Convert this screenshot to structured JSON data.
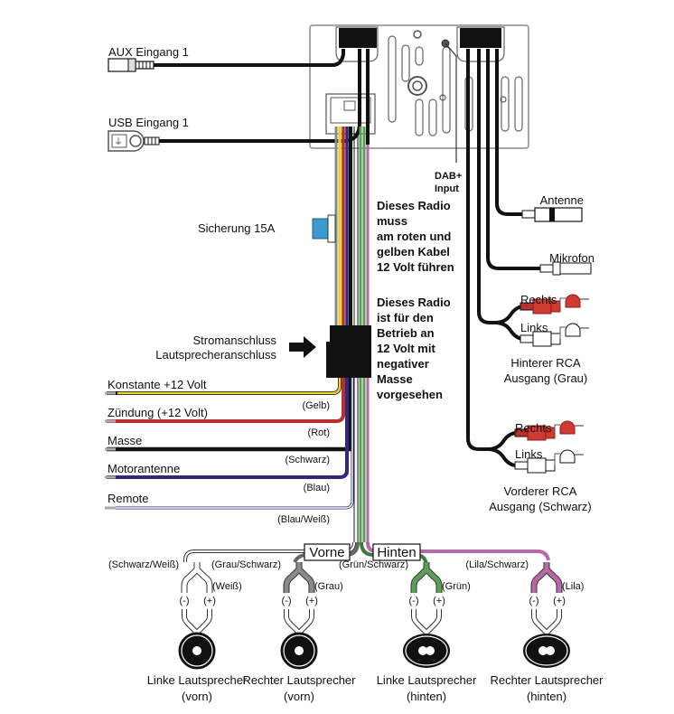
{
  "title": "Radio Anschlussplan",
  "inputs": {
    "aux": "AUX Eingang 1",
    "usb": "USB Eingang 1",
    "dab_line1": "DAB+",
    "dab_line2": "Input"
  },
  "fuse": "Sicherung 15A",
  "connector": {
    "line1": "Stromanschluss",
    "line2": "Lautsprecheranschluss"
  },
  "notes": {
    "note1": [
      "Dieses Radio",
      "muss",
      "am roten und",
      "gelben Kabel",
      "12 Volt führen"
    ],
    "note2": [
      "Dieses Radio",
      "ist für den",
      "Betrieb an",
      "12 Volt mit",
      "negativer",
      "Masse",
      "vorgesehen"
    ]
  },
  "power_wires": [
    {
      "label": "Konstante +12 Volt",
      "color_name": "(Gelb)",
      "color": "#e8d233"
    },
    {
      "label": "Zündung (+12 Volt)",
      "color_name": "(Rot)",
      "color": "#b8312f"
    },
    {
      "label": "Masse",
      "color_name": "(Schwarz)",
      "color": "#111111"
    },
    {
      "label": "Motorantenne",
      "color_name": "(Blau)",
      "color": "#2e2b7a"
    },
    {
      "label": "Remote",
      "color_name": "(Blau/Weiß)",
      "color": "#ffffff"
    }
  ],
  "right_side": {
    "antenna": "Antenne",
    "mic": "Mikrofon",
    "rear_rca": {
      "right": "Rechts",
      "left": "Links",
      "line1": "Hinterer RCA",
      "line2": "Ausgang (Grau)"
    },
    "front_rca": {
      "right": "Rechts",
      "left": "Links",
      "line1": "Vorderer RCA",
      "line2": "Ausgang (Schwarz)"
    }
  },
  "speaker_groups": {
    "front": "Vorne",
    "rear": "Hinten"
  },
  "speakers": [
    {
      "neg_wire": "(Schwarz/Weiß)",
      "pos_wire": "(Weiß)",
      "neg": "(-)",
      "pos": "(+)",
      "name1": "Linke Lautsprecher",
      "name2": "(vorn)",
      "color": "#ffffff"
    },
    {
      "neg_wire": "(Grau/Schwarz)",
      "pos_wire": "(Grau)",
      "neg": "(-)",
      "pos": "(+)",
      "name1": "Rechter Lautsprecher",
      "name2": "(vorn)",
      "color": "#8a8a8a"
    },
    {
      "neg_wire": "(Grün/Schwarz)",
      "pos_wire": "(Grün)",
      "neg": "(-)",
      "pos": "(+)",
      "name1": "Linke Lautsprecher",
      "name2": "(hinten)",
      "color": "#5c9e58"
    },
    {
      "neg_wire": "(Lila/Schwarz)",
      "pos_wire": "(Lila)",
      "neg": "(-)",
      "pos": "(+)",
      "name1": "Rechter Lautsprecher",
      "name2": "(hinten)",
      "color": "#b768a6"
    }
  ]
}
